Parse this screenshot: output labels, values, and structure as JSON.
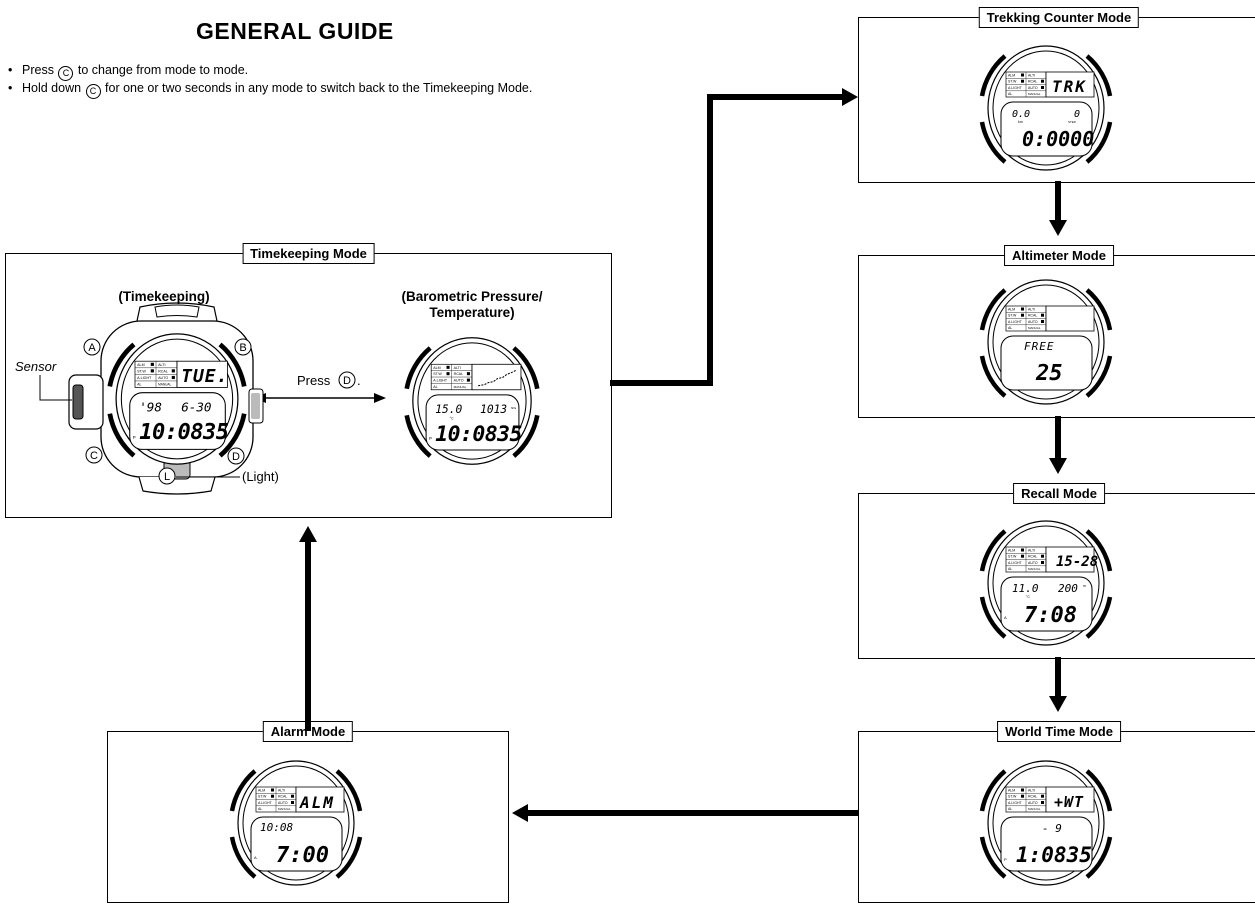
{
  "title": "GENERAL GUIDE",
  "bullets": [
    {
      "before": "Press ",
      "btn": "C",
      "after": " to change from mode to mode."
    },
    {
      "before": "Hold down ",
      "btn": "C",
      "after": " for one or two seconds in any mode to switch back to the Timekeeping Mode."
    }
  ],
  "modes": {
    "timekeeping": "Timekeeping Mode",
    "trekking": "Trekking Counter Mode",
    "altimeter": "Altimeter Mode",
    "recall": "Recall Mode",
    "world_time": "World Time Mode",
    "alarm": "Alarm Mode"
  },
  "timekeeping_panel": {
    "left_caption": "(Timekeeping)",
    "right_caption_1": "(Barometric Pressure/",
    "right_caption_2": "Temperature)",
    "sensor_label": "Sensor",
    "press_text": "Press",
    "press_button": "D",
    "light_label": "(Light)",
    "buttons": {
      "a": "A",
      "b": "B",
      "c": "C",
      "d": "D",
      "l": "L"
    }
  },
  "indicators": [
    "ALM",
    "ALTI",
    "ST.W",
    "RCAL",
    "A.LIGHT",
    "AUTO",
    "AL",
    "MANUAL"
  ],
  "displays": {
    "timekeeping": {
      "top": "TUE.",
      "mid_l": "'98",
      "mid_r": "6-30",
      "bottom": "10:0835",
      "marker": "P"
    },
    "baro": {
      "top": "",
      "mid_l": "15.0",
      "mid_r": "1013",
      "unit_c": "°C",
      "unit_p": "hPa",
      "bottom": "10:0835",
      "marker": "P"
    },
    "trekking": {
      "top": "TRK",
      "mid_l": "0.0",
      "mid_r": "0",
      "unit_l": "km",
      "unit_r": "STEP",
      "bottom": "0:0000"
    },
    "altimeter": {
      "top": "",
      "mid": "FREE",
      "bottom": "25"
    },
    "recall": {
      "top": "15-28",
      "mid_l": "11.0",
      "mid_r": "200",
      "unit_c": "°C",
      "unit_m": "m",
      "bottom": "7:08",
      "marker": "A"
    },
    "world_time": {
      "top": "+WT",
      "mid": "- 9",
      "bottom": "1:0835",
      "marker": "P"
    },
    "alarm": {
      "top": "ALM",
      "mid": "10:08",
      "bottom": "7:00",
      "marker": "A"
    }
  }
}
